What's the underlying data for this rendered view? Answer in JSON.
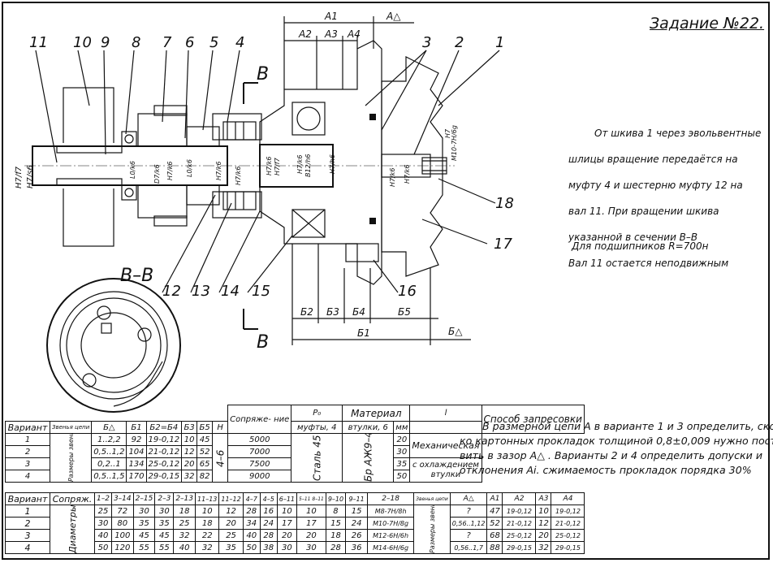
{
  "title": "Задание №22.",
  "description": [
    "От шкива 1 через эвольвентные",
    "шлицы вращение передаётся на",
    "муфту 4 и шестерню муфту 12 на",
    "вал 11. При вращении шкива",
    "указанной в сечении В–В",
    "Вал 11 остается неподвижным"
  ],
  "bearings_note": "Для подшипников R=700н",
  "task_text": [
    "В размерной цепи А в варианте 1 и 3 определить, сколь –",
    "ко картонных прокладок толщиной 0,8±0,009 нужно поста –",
    "вить в зазор A△ . Варианты 2 и 4 определить допуски и",
    "отклонения Ai. сжимаемость прокладок порядка 30%"
  ],
  "drawing": {
    "section_label": "В–В",
    "cut_letter": "В",
    "part_numbers_top": [
      "11",
      "10",
      "9",
      "8",
      "7",
      "6",
      "5",
      "4",
      "3",
      "2",
      "1"
    ],
    "part_numbers_bottom": [
      "12",
      "13",
      "14",
      "15",
      "16",
      "17",
      "18"
    ],
    "dims_top": [
      "A1",
      "A△",
      "A2",
      "A3",
      "A4"
    ],
    "dims_bottom": [
      "Б2",
      "Б3",
      "Б4",
      "Б5",
      "Б1",
      "Б△"
    ],
    "fits": [
      "H7/f7",
      "H7/s6",
      "L0/k6",
      "D7/k6",
      "H7/k6",
      "L0/k6",
      "H7/k6",
      "H7/k6",
      "H7/k6",
      "H7/f7",
      "H7/k6",
      "B12/h6",
      "H7/h6",
      "H7/k6",
      "M10-7H/6g",
      "H7",
      "H7/k6"
    ]
  },
  "table1": {
    "headers": {
      "variant": "Вариант",
      "chain_links": "Звенья цепи",
      "bdelta": "Б△",
      "b1": "Б1",
      "b2b4": "Б2=Б4",
      "b3": "Б3",
      "b5": "Б5",
      "conj": "Сопряже- ние",
      "p0": "P₀",
      "h": "Н",
      "material": "Материал",
      "mat_clutch": "муфты, 4",
      "mat_sleeve": "втулки, 6",
      "l": "l",
      "mm": "мм",
      "method": "Способ запресовки"
    },
    "side_label": "Размеры звеньев цепи, мм",
    "rows": [
      {
        "variant": "1",
        "bdelta": "1..2,2",
        "b1": "92",
        "b2": "19-0,12",
        "b3": "10",
        "b5": "45",
        "h": "5000",
        "l": "20"
      },
      {
        "variant": "2",
        "bdelta": "0,5..1,2",
        "b1": "104",
        "b2": "21-0,12",
        "b3": "12",
        "b5": "52",
        "h": "7000",
        "l": "30"
      },
      {
        "variant": "3",
        "bdelta": "0,2..1",
        "b1": "134",
        "b2": "25-0,12",
        "b3": "20",
        "b5": "65",
        "h": "7500",
        "l": "35"
      },
      {
        "variant": "4",
        "bdelta": "0,5..1,5",
        "b1": "170",
        "b2": "29-0,15",
        "b3": "32",
        "b5": "82",
        "h": "9000",
        "l": "50"
      }
    ],
    "conj_value": "4–6",
    "mat_clutch_value": "Сталь 45",
    "mat_sleeve_value": "Бр АЖ9–4",
    "method_mech": "Механическая",
    "method_cool": "с охлаждением втулки"
  },
  "table2": {
    "headers": {
      "variant": "Вариант",
      "conj": "Сопряж.",
      "cols": [
        "1–2",
        "3–14",
        "2–15",
        "2–3",
        "2–13",
        "11–13",
        "11–12",
        "4–7",
        "4–5",
        "6–11",
        "5–11 8–11",
        "9–10",
        "9–11",
        "2–18"
      ],
      "chain_links": "Звенья цепи",
      "adelta": "A△",
      "a1": "A1",
      "a2": "A2",
      "a3": "A3",
      "a4": "A4"
    },
    "diam_label": "Диаметры, мм",
    "side_label": "Размеры звеньев цепи, мм",
    "rows": [
      {
        "variant": "1",
        "vals": [
          "25",
          "72",
          "30",
          "30",
          "18",
          "10",
          "12",
          "28",
          "16",
          "10",
          "10",
          "8",
          "15",
          "M8-7H/8h"
        ],
        "adelta": "?",
        "a1": "47",
        "a2": "19-0,12",
        "a3": "10",
        "a4": "19-0,12"
      },
      {
        "variant": "2",
        "vals": [
          "30",
          "80",
          "35",
          "35",
          "25",
          "18",
          "20",
          "34",
          "24",
          "17",
          "17",
          "15",
          "24",
          "M10-7H/8g"
        ],
        "adelta": "0,56..1,12",
        "a1": "52",
        "a2": "21-0,12",
        "a3": "12",
        "a4": "21-0,12"
      },
      {
        "variant": "3",
        "vals": [
          "40",
          "100",
          "45",
          "45",
          "32",
          "22",
          "25",
          "40",
          "28",
          "20",
          "20",
          "18",
          "26",
          "M12-6H/6h"
        ],
        "adelta": "?",
        "a1": "68",
        "a2": "25-0,12",
        "a3": "20",
        "a4": "25-0,12"
      },
      {
        "variant": "4",
        "vals": [
          "50",
          "120",
          "55",
          "55",
          "40",
          "32",
          "35",
          "50",
          "38",
          "30",
          "30",
          "28",
          "36",
          "M14-6H/6g"
        ],
        "adelta": "0,56..1,7",
        "a1": "88",
        "a2": "29-0,15",
        "a3": "32",
        "a4": "29-0,15"
      }
    ]
  }
}
